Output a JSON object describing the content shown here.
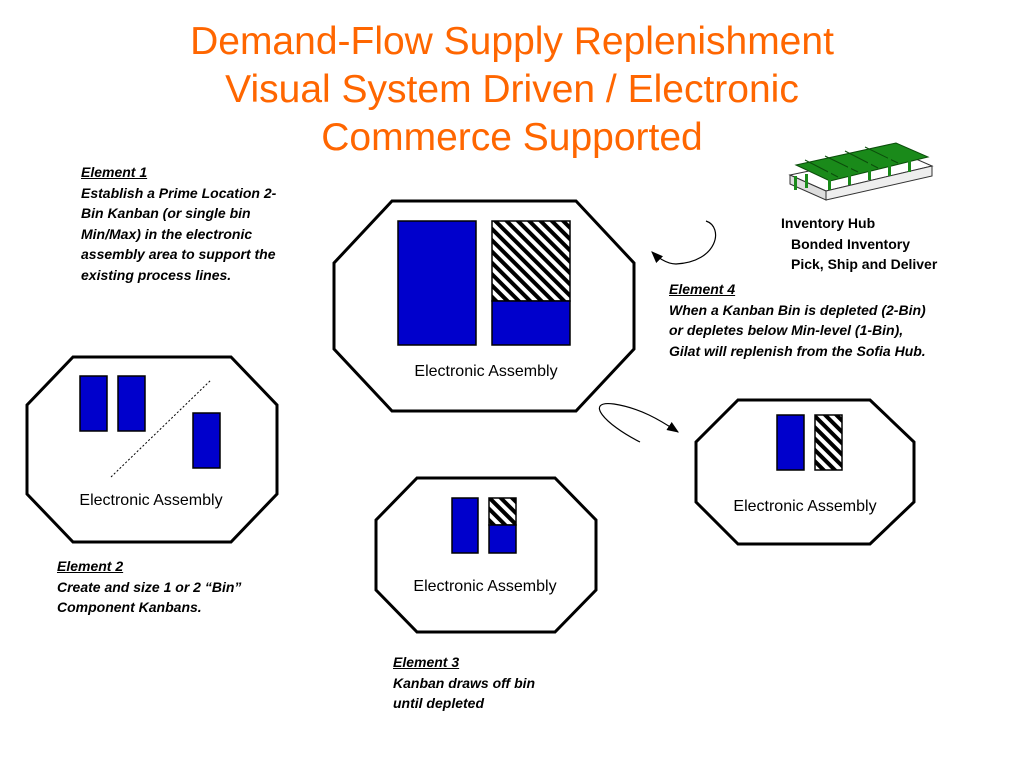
{
  "title": {
    "lines": [
      "Demand-Flow Supply Replenishment",
      "Visual System Driven / Electronic",
      "Commerce Supported"
    ]
  },
  "colors": {
    "title": "#ff6600",
    "bin": "#0000cc",
    "hub_roof": "#1a8a1a"
  },
  "cells": {
    "label": "Electronic Assembly"
  },
  "element1": {
    "heading": "Element 1",
    "lines": [
      "Establish a Prime Location 2-",
      "Bin Kanban (or single bin",
      "Min/Max) in the electronic",
      "assembly area to support the",
      "existing process lines."
    ]
  },
  "element2": {
    "heading": "Element 2",
    "lines": [
      "Create and size 1 or 2 “Bin”",
      "Component Kanbans."
    ]
  },
  "element3": {
    "heading": "Element 3",
    "lines": [
      "Kanban draws off bin",
      "until depleted"
    ]
  },
  "element4": {
    "heading": "Element 4",
    "lines": [
      "When a Kanban Bin is depleted (2-Bin)",
      "or depletes below Min-level (1-Bin),",
      "Gilat will replenish from the Sofia Hub."
    ]
  },
  "hub": {
    "title": "Inventory Hub",
    "lines": [
      "Bonded Inventory",
      "Pick, Ship and Deliver"
    ],
    "icon": "warehouse-icon"
  }
}
